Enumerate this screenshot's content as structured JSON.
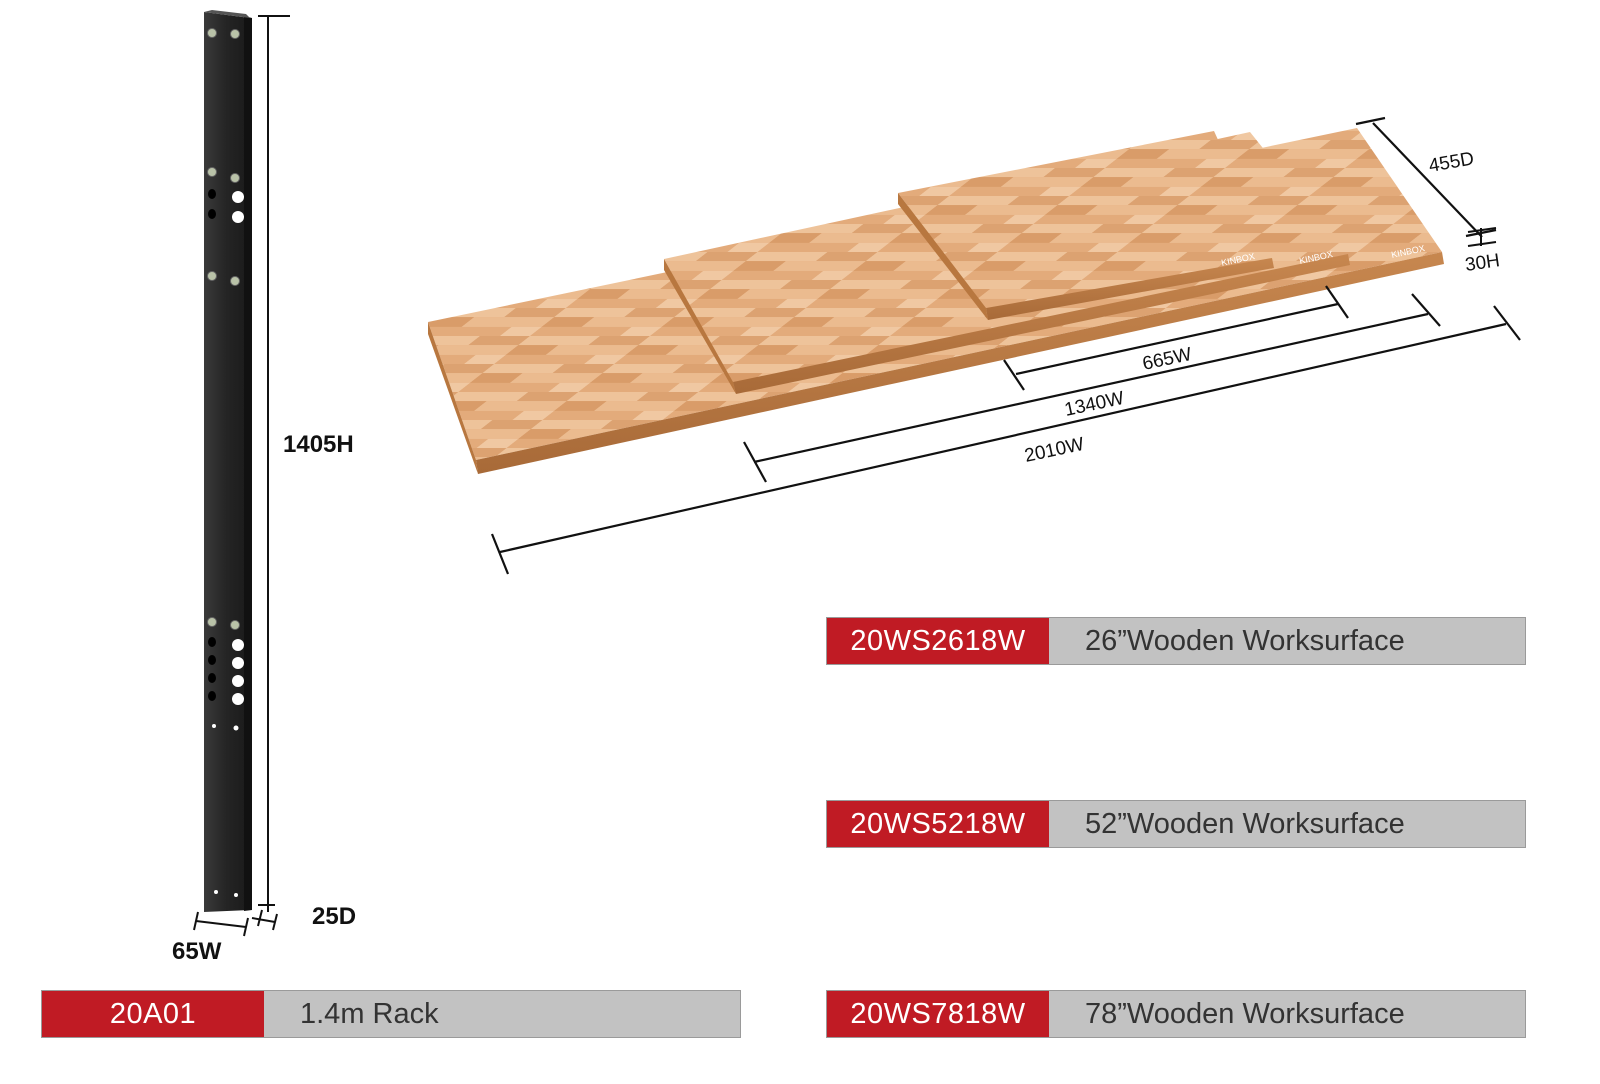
{
  "rack": {
    "dimensions": {
      "height": "1405H",
      "depth": "25D",
      "width": "65W"
    },
    "code": "20A01",
    "description": "1.4m Rack"
  },
  "worksurfaces": {
    "dimensions": {
      "depth": "455D",
      "height": "30H",
      "width_small": "665W",
      "width_medium": "1340W",
      "width_large": "2010W"
    },
    "brand_mark": "KINBOX",
    "items": [
      {
        "code": "20WS2618W",
        "description": "26”Wooden Worksurface"
      },
      {
        "code": "20WS5218W",
        "description": "52”Wooden Worksurface"
      },
      {
        "code": "20WS7818W",
        "description": "78”Wooden Worksurface"
      }
    ]
  },
  "colors": {
    "code_bg": "#c01b24",
    "desc_bg": "#c2c2c2",
    "rack_black": "#2b2b2b",
    "wood_light": "#e8b98a",
    "wood_dark": "#c98a55"
  }
}
